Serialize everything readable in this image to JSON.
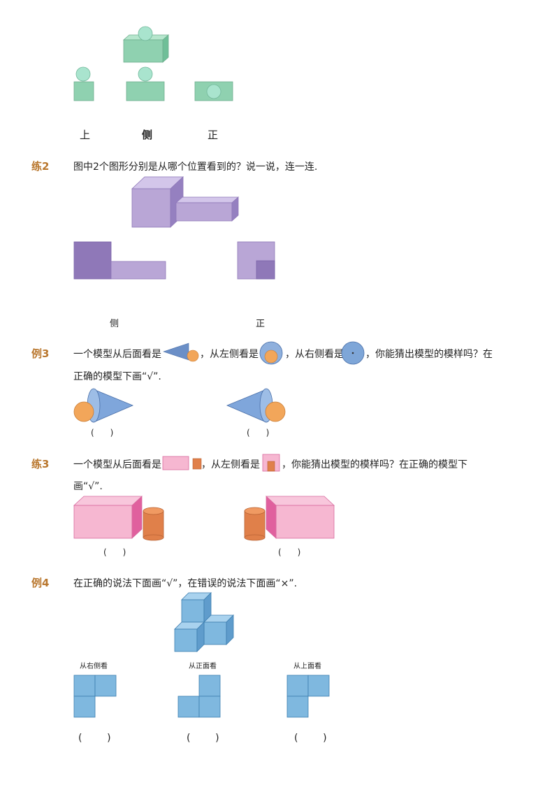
{
  "section1": {
    "labels": [
      "上",
      "侧",
      "正"
    ]
  },
  "ex2": {
    "tag": "练2",
    "question": "图中2个图形分别是从哪个位置看到的？说一说，连一连.",
    "labels": [
      "侧",
      "正"
    ]
  },
  "ex3": {
    "tag": "例3",
    "q_part1": "一个模型从后面看是",
    "q_part2": "，从左侧看是",
    "q_part3": "，从右侧看是",
    "q_part4": "，你能猜出模型的模样吗？在",
    "q_line2": "正确的模型下画“√”.",
    "parens": [
      "(      )",
      "(      )"
    ]
  },
  "pr3": {
    "tag": "练3",
    "q_part1": "一个模型从后面看是",
    "q_part2": "，从左侧看是",
    "q_part3": "，你能猜出模型的模样吗？在正确的模型下",
    "q_line2": "画“√”.",
    "parens": [
      "(      )",
      "(      )"
    ]
  },
  "ex4": {
    "tag": "例4",
    "question": "在正确的说法下面画“√”，在错误的说法下面画“×”.",
    "view_labels": [
      "从右侧看",
      "从正面看",
      "从上面看"
    ],
    "parens": [
      "(        )",
      "(        )",
      "(        )"
    ]
  },
  "colors": {
    "green": "#8fd1b0",
    "purple": "#b9a6d6",
    "pink": "#f0a9c8",
    "orange": "#e39a5c",
    "blue": "#7fb8df",
    "tag": "#b9772e"
  }
}
